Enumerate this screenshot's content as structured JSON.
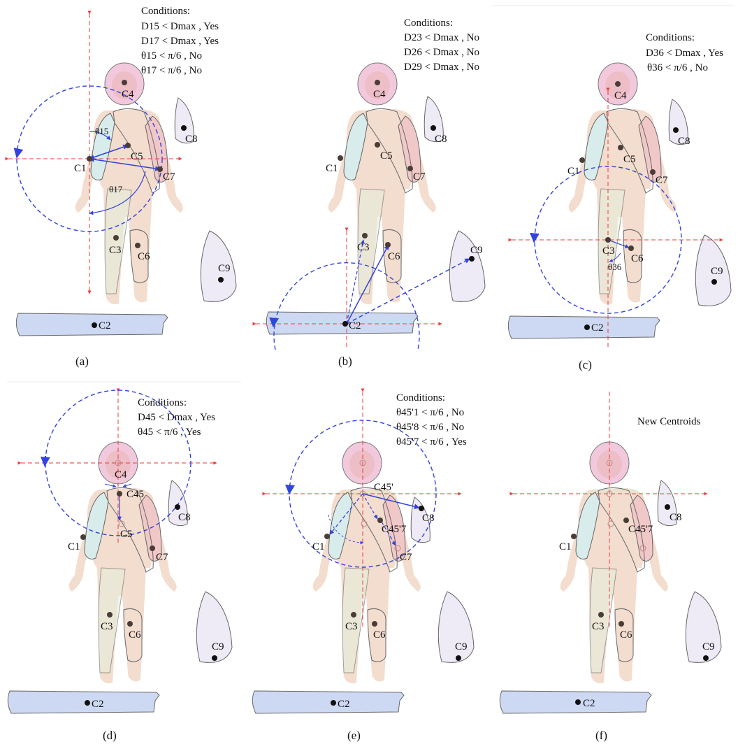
{
  "panels": [
    {
      "id": "a",
      "caption": "(a)",
      "conditions": [
        "Conditions:",
        "D15 < Dmax , Yes",
        "D17 < Dmax , Yes",
        "θ15 < π/6 , No",
        "θ17 < π/6 , No"
      ],
      "centroids": [
        "C4",
        "C8",
        "C5",
        "C1",
        "C7",
        "C3",
        "C6",
        "C9",
        "C2"
      ],
      "angle_labels": [
        "θ15",
        "θ17"
      ]
    },
    {
      "id": "b",
      "caption": "(b)",
      "conditions": [
        "Conditions:",
        "D23 < Dmax , No",
        "D26 < Dmax , No",
        "D29 < Dmax , No"
      ],
      "centroids": [
        "C4",
        "C8",
        "C5",
        "C1",
        "C7",
        "C3",
        "C6",
        "C9",
        "C2"
      ],
      "angle_labels": []
    },
    {
      "id": "c",
      "caption": "(c)",
      "conditions": [
        "Conditions:",
        "D36 < Dmax , Yes",
        "θ36 < π/6 , No"
      ],
      "centroids": [
        "C4",
        "C8",
        "C5",
        "C1",
        "C7",
        "C3",
        "C6",
        "C9",
        "C2"
      ],
      "angle_labels": [
        "θ36"
      ]
    },
    {
      "id": "d",
      "caption": "(d)",
      "conditions": [
        "Conditions:",
        "D45 < Dmax , Yes",
        "θ45 < π/6 , Yes"
      ],
      "centroids": [
        "C4",
        "C45",
        "C8",
        "C5",
        "C1",
        "C7",
        "C3",
        "C6",
        "C9",
        "C2"
      ],
      "angle_labels": []
    },
    {
      "id": "e",
      "caption": "(e)",
      "conditions": [
        "Conditions:",
        "θ45'1 < π/6 , No",
        "θ45'8 < π/6 , No",
        "θ45'7 < π/6 , Yes"
      ],
      "centroids": [
        "C45'",
        "C8",
        "C45'7",
        "C1",
        "C7",
        "C3",
        "C6",
        "C9",
        "C2"
      ],
      "angle_labels": []
    },
    {
      "id": "f",
      "caption": "(f)",
      "conditions": [
        "New Centroids"
      ],
      "centroids": [
        "C8",
        "C45'7",
        "C1",
        "C3",
        "C6",
        "C9",
        "C2"
      ],
      "angle_labels": []
    }
  ],
  "colors": {
    "circle": "#3344dd",
    "crosshair": "#ee3b3b",
    "head_fill": "#f2c9dc",
    "body_fill": "#f3ddcf",
    "c7_fill": "#f1c8c8",
    "c1_fill": "#d9ecec",
    "c8_fill": "#eeeaf6",
    "c2_fill": "#cdd9f3",
    "dot": "#4a3c36"
  }
}
